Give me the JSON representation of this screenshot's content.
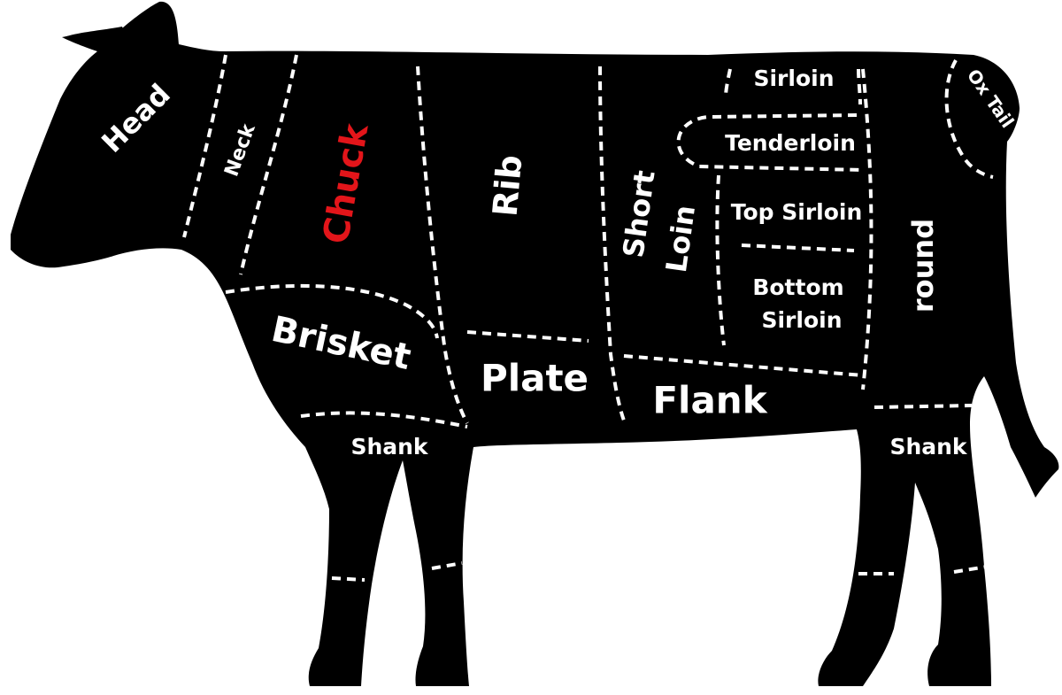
{
  "colors": {
    "body": "#000000",
    "label": "#ffffff",
    "highlight": "#e3151a",
    "background": "#ffffff"
  },
  "highlighted_cut": "chuck",
  "cuts": {
    "head": "Head",
    "neck": "Neck",
    "chuck": "Chuck",
    "rib": "Rib",
    "short_loin_1": "Short",
    "short_loin_2": "Loin",
    "sirloin": "Sirloin",
    "tenderloin": "Tenderloin",
    "top_sirloin": "Top Sirloin",
    "bottom_sirloin_1": "Bottom",
    "bottom_sirloin_2": "Sirloin",
    "ox_tail": "Ox Tail",
    "round": "round",
    "brisket": "Brisket",
    "plate": "Plate",
    "flank": "Flank",
    "shank_front": "Shank",
    "shank_rear": "Shank"
  }
}
